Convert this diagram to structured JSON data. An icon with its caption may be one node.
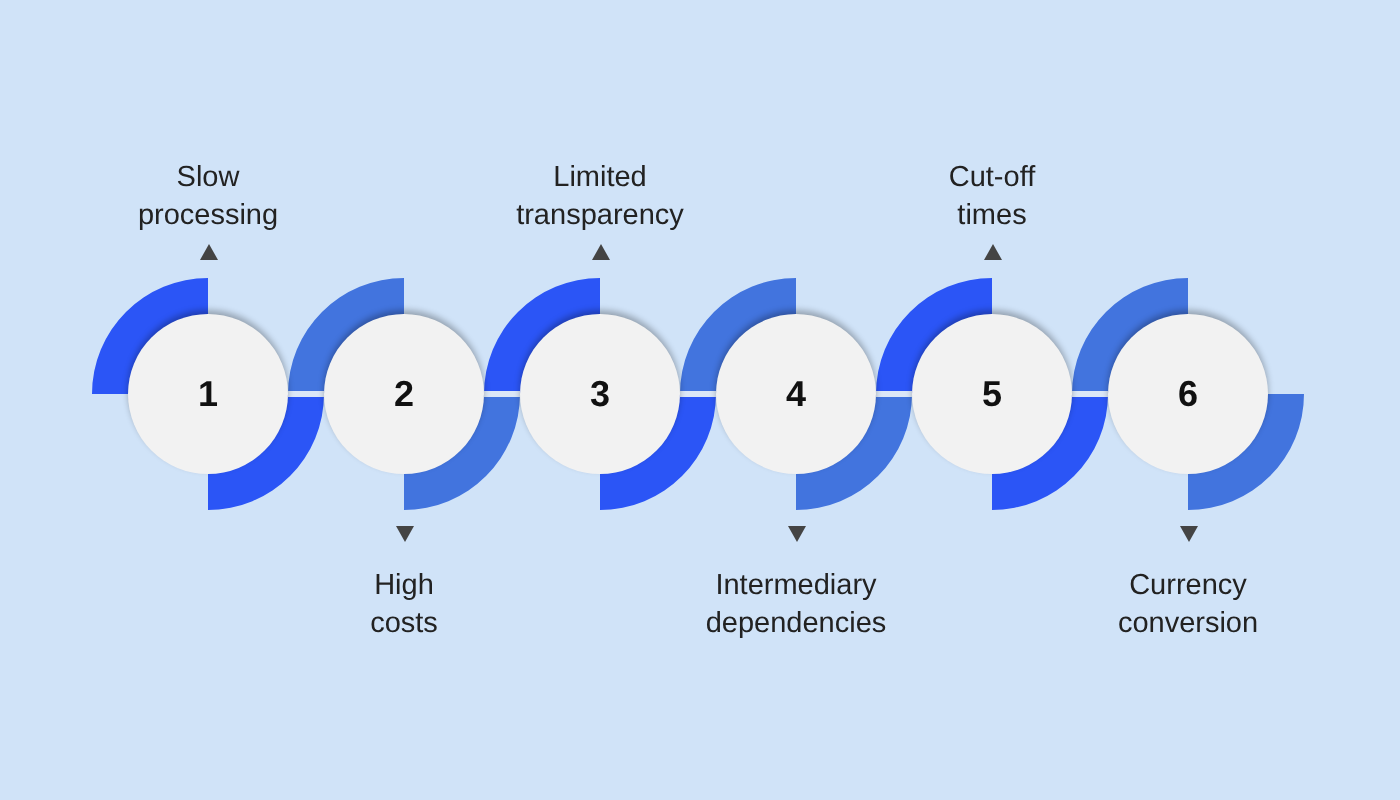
{
  "diagram": {
    "nodes": [
      {
        "text": [
          "1"
        ],
        "beside": [
          "Slow processing"
        ]
      },
      {
        "text": [
          "2"
        ],
        "beside": [
          "High costs"
        ]
      },
      {
        "text": [
          "3"
        ],
        "beside": [
          "Limited transparency"
        ]
      },
      {
        "text": [
          "4"
        ],
        "beside": [
          "Intermediary dependencies"
        ]
      },
      {
        "text": [
          "5"
        ],
        "beside": [
          "Cut-off times"
        ]
      },
      {
        "text": [
          "6"
        ],
        "beside": [
          "Currency conversion"
        ]
      }
    ],
    "edges": [
      {
        "from": 0,
        "to": 1,
        "arrow": "none"
      },
      {
        "from": 1,
        "to": 2,
        "arrow": "none"
      },
      {
        "from": 2,
        "to": 3,
        "arrow": "none"
      },
      {
        "from": 3,
        "to": 4,
        "arrow": "none"
      },
      {
        "from": 4,
        "to": 5,
        "arrow": "none"
      }
    ]
  }
}
